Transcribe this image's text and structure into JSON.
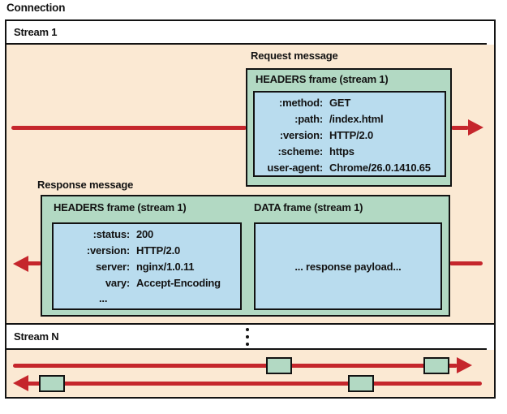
{
  "connection_label": "Connection",
  "colors": {
    "background_peach": "#fbe9d3",
    "frame_green": "#b2d9c3",
    "frame_blue": "#b9dcee",
    "arrow_red": "#c5262c",
    "border_black": "#131313"
  },
  "stream1": {
    "label": "Stream 1",
    "request": {
      "label": "Request message",
      "headers_frame": {
        "title": "HEADERS frame (stream 1)",
        "fields": [
          {
            "key": ":method:",
            "value": "GET"
          },
          {
            "key": ":path:",
            "value": "/index.html"
          },
          {
            "key": ":version:",
            "value": "HTTP/2.0"
          },
          {
            "key": ":scheme:",
            "value": "https"
          },
          {
            "key": "user-agent:",
            "value": "Chrome/26.0.1410.65"
          }
        ]
      }
    },
    "response": {
      "label": "Response message",
      "headers_frame": {
        "title": "HEADERS frame (stream 1)",
        "fields": [
          {
            "key": ":status:",
            "value": "200"
          },
          {
            "key": ":version:",
            "value": "HTTP/2.0"
          },
          {
            "key": "server:",
            "value": "nginx/1.0.11"
          },
          {
            "key": "vary:",
            "value": "Accept-Encoding"
          }
        ],
        "more": "..."
      },
      "data_frame": {
        "title": "DATA frame (stream 1)",
        "payload": "... response payload..."
      }
    }
  },
  "streamN": {
    "label": "Stream N",
    "ellipsis_icon": "vertical-ellipsis"
  }
}
